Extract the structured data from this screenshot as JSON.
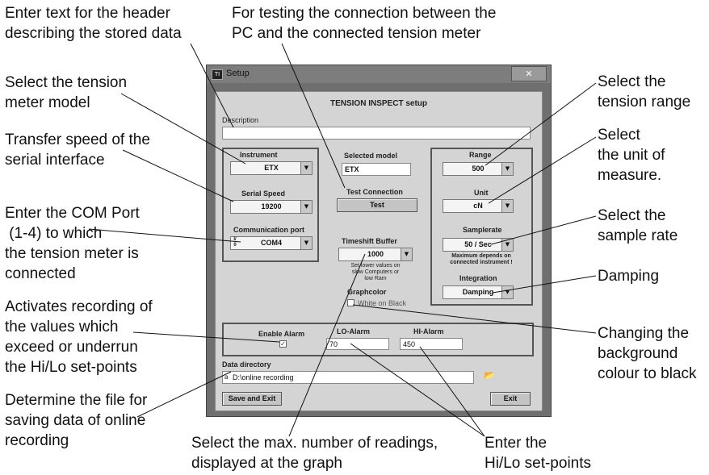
{
  "annotations": {
    "header_desc": [
      "Enter text for the header",
      "describing the stored data"
    ],
    "testing": [
      "For testing the connection between the",
      "PC and the connected tension meter"
    ],
    "model": [
      "Select the tension",
      "meter model"
    ],
    "speed": [
      "Transfer speed of the",
      "serial interface"
    ],
    "com": [
      "Enter the COM Port",
      " (1-4) to which",
      "the tension meter is",
      "connected"
    ],
    "alarm": [
      "Activates recording of",
      "the values which",
      "exceed or underrun",
      "the Hi/Lo set-points"
    ],
    "file": [
      "Determine the file for",
      "saving data of online",
      "recording"
    ],
    "max_readings": [
      "Select the max. number of readings,",
      "displayed at the graph"
    ],
    "setpoints": [
      "Enter the",
      "Hi/Lo set-points"
    ],
    "range": [
      "Select the",
      "tension range"
    ],
    "unit": [
      "Select",
      "the unit of",
      "measure."
    ],
    "sample": [
      "Select the",
      "sample rate"
    ],
    "damping": [
      "Damping"
    ],
    "bg": [
      "Changing the",
      "background",
      "colour to black"
    ]
  },
  "window": {
    "title": "Setup",
    "close": "✕",
    "heading": "TENSION INSPECT setup",
    "description_label": "Description",
    "description_value": "",
    "instrument": {
      "label": "Instrument",
      "value": "ETX"
    },
    "serial_speed": {
      "label": "Serial Speed",
      "value": "19200"
    },
    "comm_port": {
      "label": "Communication port",
      "value": "COM4",
      "icon_text": "I/0"
    },
    "selected_model": {
      "label": "Selected model",
      "value": "ETX"
    },
    "test_connection": {
      "label": "Test Connection",
      "button": "Test"
    },
    "timeshift": {
      "label": "Timeshift Buffer",
      "value": "1000",
      "note": [
        "Set lower values on",
        "slow  Computers or",
        "low Ram"
      ]
    },
    "graphcolor": {
      "label": "Graphcolor",
      "option": "White on Black",
      "checked": false
    },
    "range": {
      "label": "Range",
      "value": "500"
    },
    "unit": {
      "label": "Unit",
      "value": "cN"
    },
    "samplerate": {
      "label": "Samplerate",
      "value": "50 / Sec",
      "note": [
        "Maximum depends on",
        "connected instrument !"
      ]
    },
    "integration": {
      "label": "Integration",
      "value": "Damping"
    },
    "enable_alarm": {
      "label": "Enable Alarm",
      "checked": true,
      "mark": "✓"
    },
    "lo_alarm": {
      "label": "LO-Alarm",
      "value": "70"
    },
    "hi_alarm": {
      "label": "HI-Alarm",
      "value": "450"
    },
    "data_directory": {
      "label": "Data directory",
      "value": "D:\\online recording",
      "icon_text": "a",
      "folder_icon": "📂"
    },
    "save_exit": "Save and Exit",
    "exit": "Exit"
  }
}
